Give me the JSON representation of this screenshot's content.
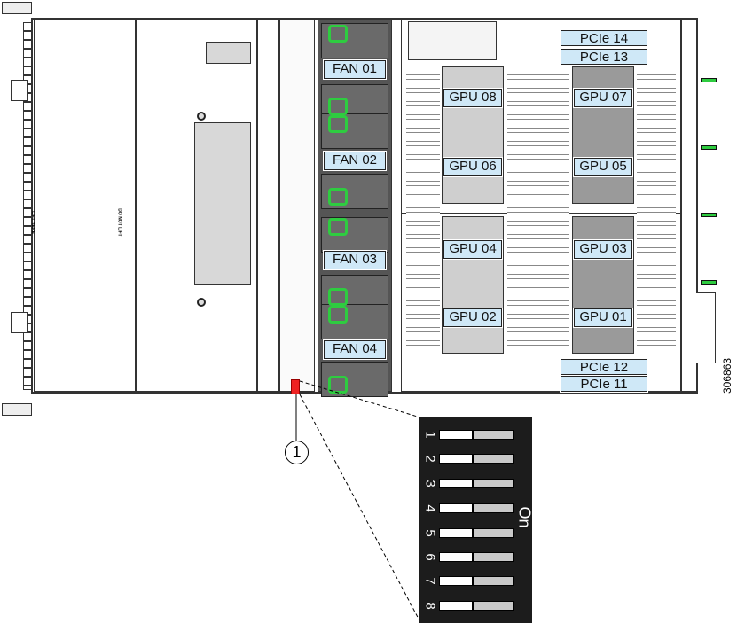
{
  "front_panel": {
    "text_left": "LIFT HERE",
    "text_right": "DO NOT LIFT"
  },
  "fans": [
    {
      "label": "FAN 01"
    },
    {
      "label": "FAN 02"
    },
    {
      "label": "FAN 03"
    },
    {
      "label": "FAN 04"
    }
  ],
  "gpus": {
    "left": [
      {
        "label": "GPU 08"
      },
      {
        "label": "GPU 06"
      },
      {
        "label": "GPU 04"
      },
      {
        "label": "GPU 02"
      }
    ],
    "right": [
      {
        "label": "GPU 07"
      },
      {
        "label": "GPU 05"
      },
      {
        "label": "GPU 03"
      },
      {
        "label": "GPU 01"
      }
    ]
  },
  "pcie": {
    "top": [
      {
        "label": "PCIe 14"
      },
      {
        "label": "PCIe 13"
      }
    ],
    "bottom": [
      {
        "label": "PCIe 12"
      },
      {
        "label": "PCIe 11"
      }
    ]
  },
  "callout": {
    "number": "1"
  },
  "dip_switch": {
    "positions": [
      "1",
      "2",
      "3",
      "4",
      "5",
      "6",
      "7",
      "8"
    ],
    "on_label": "On"
  },
  "figure_id": "306863",
  "colors": {
    "label_bg": "#cfe8f7",
    "handle": "#2ecc40",
    "switch_highlight": "#ee2222",
    "heatsink_left": "#cfcfcf",
    "heatsink_right": "#9a9a9a"
  }
}
